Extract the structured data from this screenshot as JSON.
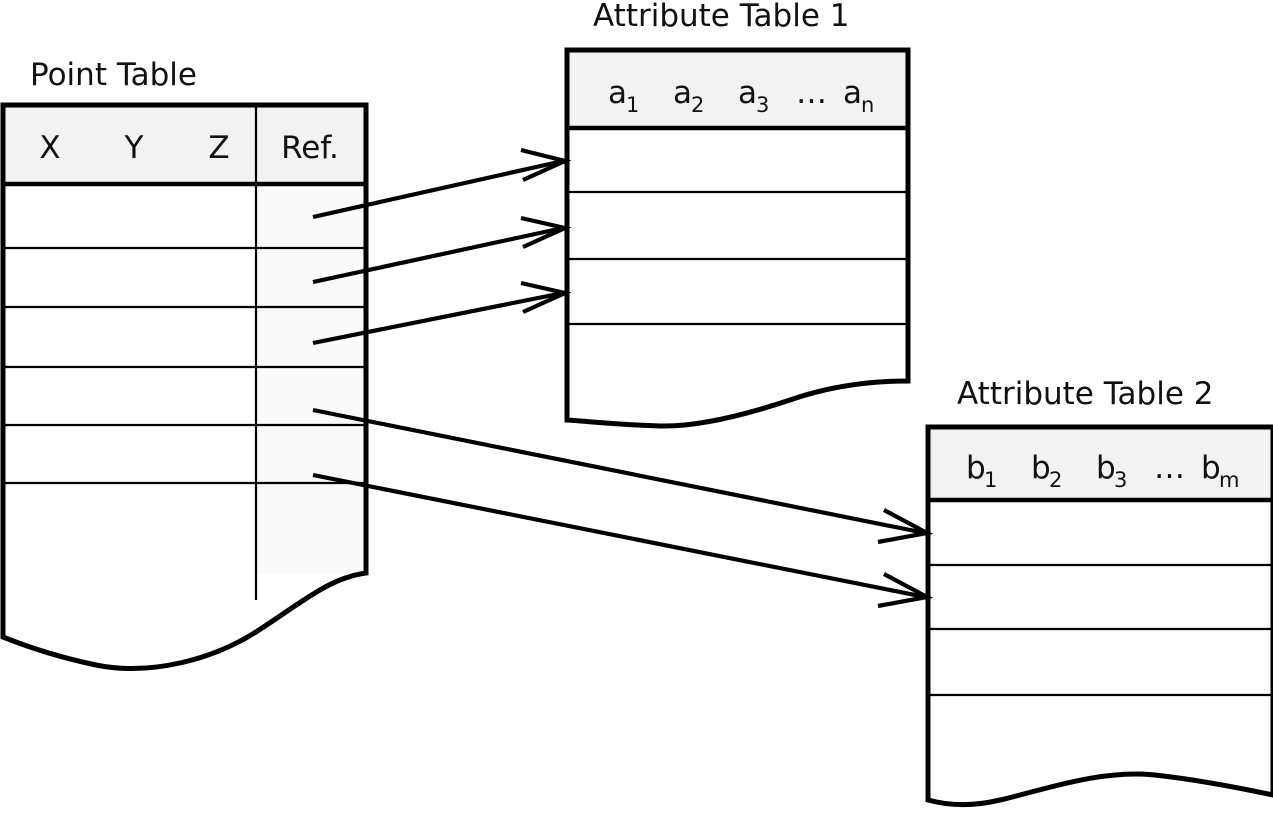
{
  "figure": {
    "type": "diagram",
    "description": "Relational point cloud schema: a Point Table with X, Y, Z and Ref. columns whose Ref. entries point via arrows to rows of two attribute tables.",
    "background_color": "#ffffff",
    "stroke_color": "#000000",
    "header_fill": "#f2f2f2",
    "ref_column_fill": "#fafafa"
  },
  "point_table": {
    "title": "Point Table",
    "columns": [
      "X",
      "Y",
      "Z",
      "Ref."
    ],
    "data_row_count": 6,
    "ref_column_label": "Ref.",
    "torn_bottom_edge": true
  },
  "attribute_table_1": {
    "title": "Attribute Table 1",
    "columns": [
      {
        "base": "a",
        "sub": "1"
      },
      {
        "base": "a",
        "sub": "2"
      },
      {
        "base": "a",
        "sub": "3"
      },
      {
        "base": "…",
        "sub": ""
      },
      {
        "base": "a",
        "sub": "n"
      }
    ],
    "header_text": "a1 a2 a3 … an",
    "data_row_count": 4,
    "torn_bottom_edge": true
  },
  "attribute_table_2": {
    "title": "Attribute Table 2",
    "columns": [
      {
        "base": "b",
        "sub": "1"
      },
      {
        "base": "b",
        "sub": "2"
      },
      {
        "base": "b",
        "sub": "3"
      },
      {
        "base": "…",
        "sub": ""
      },
      {
        "base": "b",
        "sub": "m"
      }
    ],
    "header_text": "b1 b2 b3 … bm",
    "data_row_count": 4,
    "torn_bottom_edge": true
  },
  "connectors": [
    {
      "name": "ref-row-1-to-attr1-row-1",
      "from_table": "point_table",
      "from_row": 1,
      "to_table": "attribute_table_1",
      "to_row": 1
    },
    {
      "name": "ref-row-2-to-attr1-row-2",
      "from_table": "point_table",
      "from_row": 2,
      "to_table": "attribute_table_1",
      "to_row": 2
    },
    {
      "name": "ref-row-3-to-attr1-row-3",
      "from_table": "point_table",
      "from_row": 3,
      "to_table": "attribute_table_1",
      "to_row": 3
    },
    {
      "name": "ref-row-4-to-attr2-row-1",
      "from_table": "point_table",
      "from_row": 4,
      "to_table": "attribute_table_2",
      "to_row": 1
    },
    {
      "name": "ref-row-5-to-attr2-row-2",
      "from_table": "point_table",
      "from_row": 5,
      "to_table": "attribute_table_2",
      "to_row": 2
    }
  ]
}
